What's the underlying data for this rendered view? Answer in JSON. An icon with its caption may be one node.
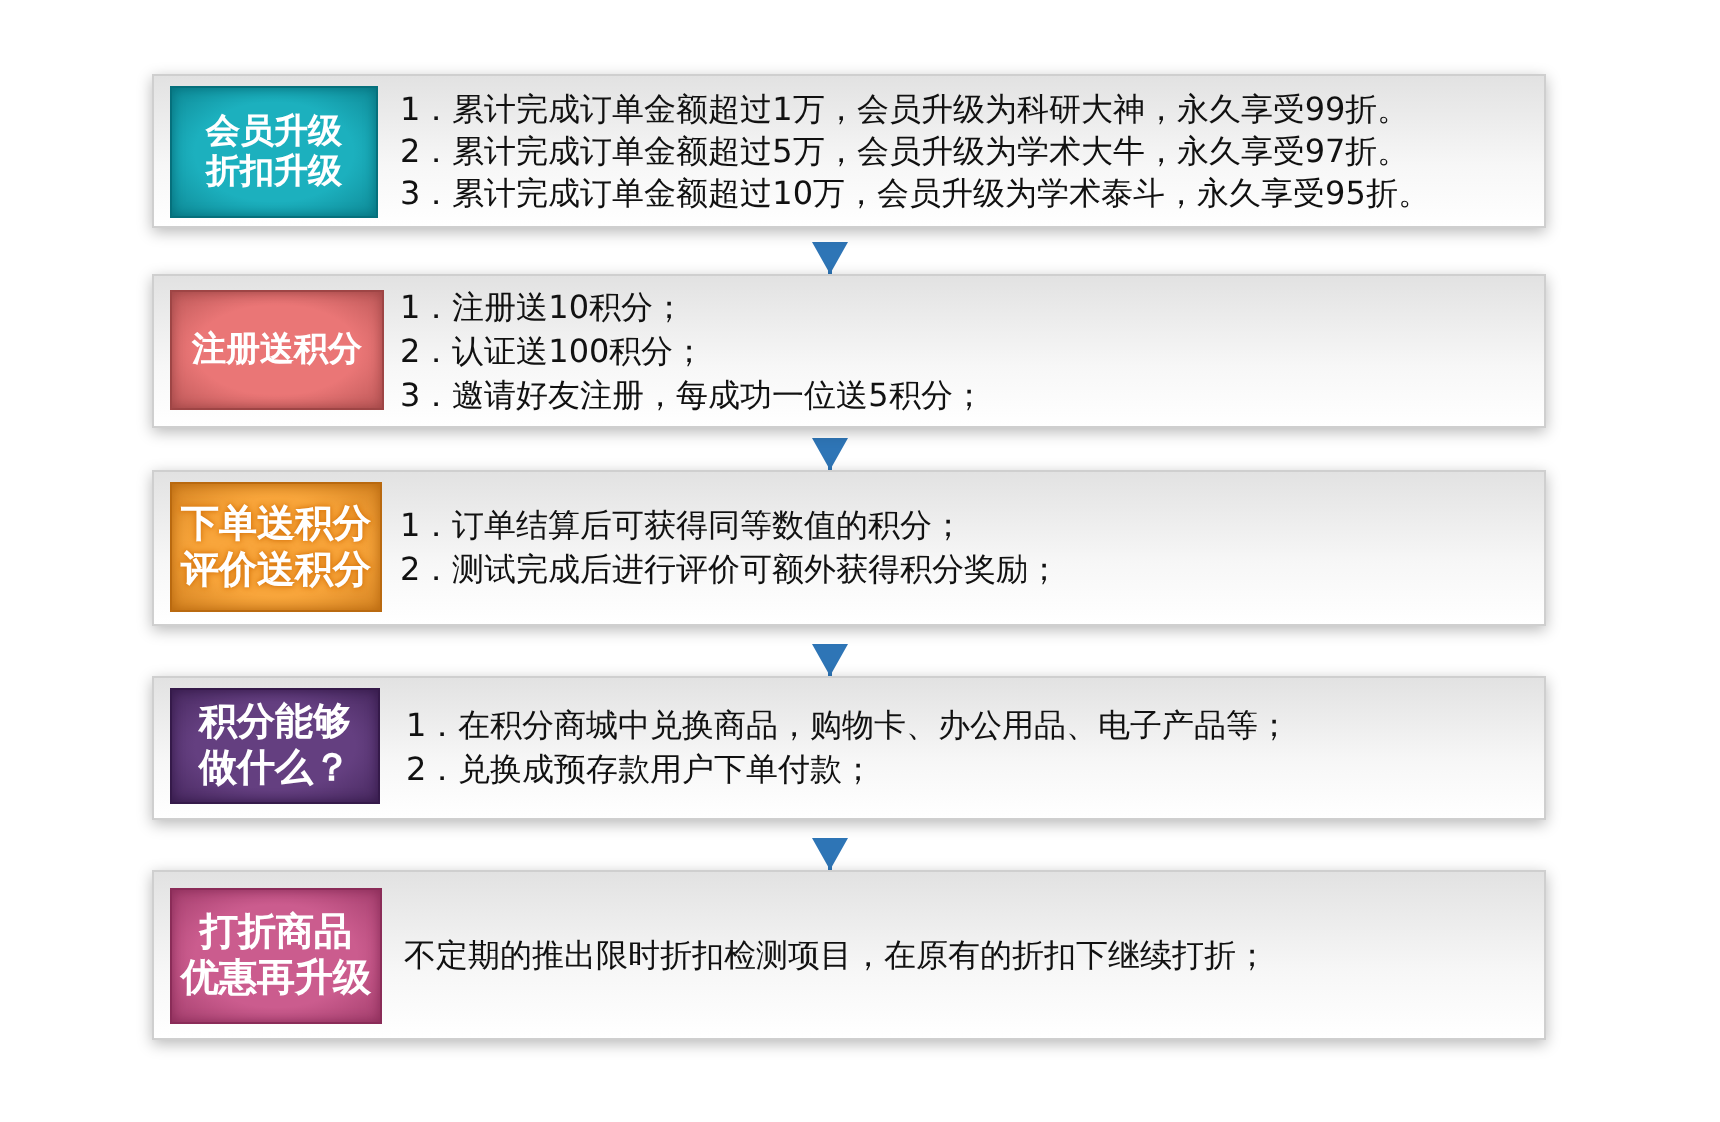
{
  "diagram": {
    "nodes": [
      {
        "text": [
          "1．累计完成订单金额超过1万，会员升级为科研大神，永久享受99折。",
          "2．累计完成订单金额超过5万，会员升级为学术大牛，永久享受97折。",
          "3．累计完成订单金额超过10万，会员升级为学术泰斗，永久享受95折。"
        ]
      },
      {
        "text": [
          "会员升级",
          "折扣升级"
        ],
        "in": 0
      },
      {
        "text": [
          "1．注册送10积分；",
          "2．认证送100积分；",
          "3．邀请好友注册，每成功一位送5积分；"
        ]
      },
      {
        "text": [
          "注册送积分"
        ],
        "in": 2
      },
      {
        "text": [
          "1．订单结算后可获得同等数值的积分；",
          "2．测试完成后进行评价可额外获得积分奖励；"
        ]
      },
      {
        "text": [
          "下单送积分",
          "评价送积分"
        ],
        "in": 4
      },
      {
        "text": [
          "1．在积分商城中兑换商品，购物卡、办公用品、电子产品等；",
          "2．兑换成预存款用户下单付款；"
        ]
      },
      {
        "text": [
          "积分能够做什么？"
        ],
        "in": 6
      },
      {
        "text": [
          "不定期的推出限时折扣检测项目，在原有的折扣下继续打折；"
        ]
      },
      {
        "text": [
          "打折商品",
          "优惠再升级"
        ],
        "in": 8
      }
    ],
    "edges": [
      {
        "from": 0,
        "to": 2,
        "arrow": "to"
      },
      {
        "from": 2,
        "to": 4,
        "arrow": "to"
      },
      {
        "from": 4,
        "to": 6,
        "arrow": "to"
      },
      {
        "from": 6,
        "to": 8,
        "arrow": "to"
      }
    ]
  }
}
